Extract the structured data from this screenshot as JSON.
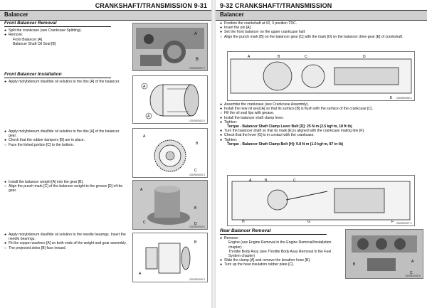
{
  "left_page": {
    "header": "CRANKSHAFT/TRANSMISSION 9-31",
    "section": "Balancer",
    "front_removal": {
      "title": "Front Balancer Removal",
      "items": [
        {
          "bullet": "●",
          "text": "Split the crankcase (see Crankcase Splitting)."
        },
        {
          "bullet": "●",
          "text": "Remove:"
        },
        {
          "bullet": "",
          "text": "Front Balancer [A]",
          "sub": true
        },
        {
          "bullet": "",
          "text": "Balancer Shaft Oil Seal [B]",
          "sub": true
        }
      ],
      "fig_code": "GD09E0001 P"
    },
    "front_installation": {
      "title": "Front Balancer Installation",
      "items": [
        {
          "bullet": "●",
          "text": "Apply molybdenum disulfide oil solution to the ribs [A] of the balancer."
        }
      ],
      "fig_code": "GD09E0002 S"
    },
    "para3": {
      "items": [
        {
          "bullet": "●",
          "text": "Apply molybdenum disulfide oil solution to the ribs [A] of the balancer gear."
        },
        {
          "bullet": "●",
          "text": "Check that the rubber dampers [B] are in place."
        },
        {
          "bullet": "○",
          "text": "Face the linked portion [C] to the bottom."
        }
      ],
      "fig_code": "GD09E0003 S"
    },
    "para4": {
      "items": [
        {
          "bullet": "●",
          "text": "Install the balancer weight [A] into the gear [B]."
        },
        {
          "bullet": "○",
          "text": "Align the punch mark [C] of the balancer weight to the groove [D] of the gear."
        }
      ],
      "fig_code": "GD09E0004 S"
    },
    "para5": {
      "items": [
        {
          "bullet": "●",
          "text": "Apply molybdenum disulfide oil solution to the needle bearings. Insert the needle bearings."
        },
        {
          "bullet": "●",
          "text": "Fit the copper washers [A] on both ends of the weight and gear assembly."
        },
        {
          "bullet": "○",
          "text": "The projected sides [B] face inward."
        }
      ],
      "fig_code": "GD09E0005 S"
    }
  },
  "right_page": {
    "header": "9-32 CRANKSHAFT/TRANSMISSION",
    "section": "Balancer",
    "para1": {
      "items": [
        {
          "bullet": "●",
          "text": "Position the crankshaft at #2, 3 position TDC."
        },
        {
          "bullet": "●",
          "text": "Insert the pin [A]."
        },
        {
          "bullet": "●",
          "text": "Set the front balancer on the upper crankcase half."
        },
        {
          "bullet": "○",
          "text": "Align the punch mark [B] on the balancer gear [C] with the mark [D] on the balancer drive gear [E] of crankshaft."
        }
      ],
      "fig_code": "GD09E0006 C"
    },
    "para2": {
      "items": [
        {
          "bullet": "●",
          "text": "Assemble the crankcase (see Crankcase Assembly)."
        },
        {
          "bullet": "●",
          "text": "Install the new oil seal [A] so that its surface [B] is flush with the surface of the crankcase [C]."
        },
        {
          "bullet": "○",
          "text": "Fill the oil seal lips with grease."
        },
        {
          "bullet": "●",
          "text": "Install the balancer shaft clamp lever."
        },
        {
          "bullet": "●",
          "text": "Tighten:"
        }
      ],
      "torque1": "Torque - Balancer Shaft Clamp Lever Bolt [D]: 25 N·m (2.5 kgf·m, 18 ft·lb)",
      "items_b": [
        {
          "bullet": "●",
          "text": "Turn the balancer shaft so that its mark [E] is aligned with the crankcase mating line [F]."
        },
        {
          "bullet": "●",
          "text": "Check that the lever [G] is in contact with the crankcase."
        },
        {
          "bullet": "●",
          "text": "Tighten:"
        }
      ],
      "torque2": "Torque - Balancer Shaft Clamp Bolt [H]: 9.8 N·m (1.0 kgf·m, 87 in·lb)",
      "fig_code": "GD09E0007 C"
    },
    "rear_removal": {
      "title": "Rear Balancer Removal",
      "items": [
        {
          "bullet": "●",
          "text": "Remove:"
        },
        {
          "bullet": "",
          "text": "Engine (see Engine Removal in the Engine Removal/Installation chapter)",
          "sub": true
        },
        {
          "bullet": "",
          "text": "Throttle Body Assy (see Throttle Body Assy Removal in the Fuel System chapter)",
          "sub": true
        },
        {
          "bullet": "●",
          "text": "Slide the clamp [A] and remove the breather hose [B]."
        },
        {
          "bullet": "●",
          "text": "Turn up the heat insulation rubber plate [C]."
        }
      ],
      "fig_code": "GD09E0008 S"
    }
  }
}
